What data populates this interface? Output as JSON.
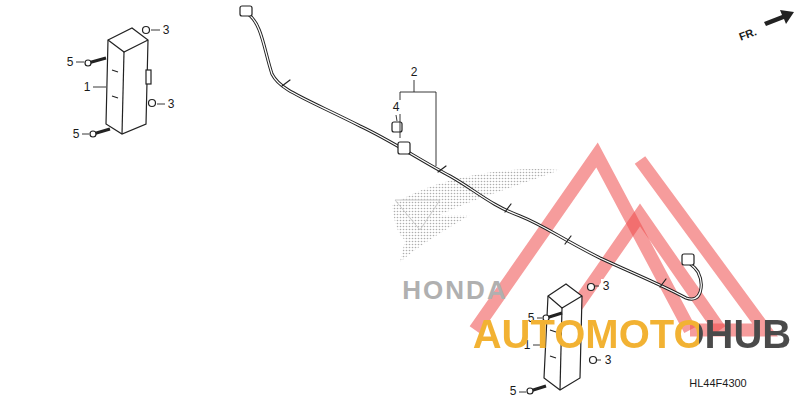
{
  "diagram": {
    "labels": [
      "3",
      "5",
      "1",
      "3",
      "5",
      "2",
      "4",
      "FR.",
      "HONDA",
      "3",
      "5",
      "1",
      "3",
      "5",
      "AUTOMOTOHUB",
      "HL44F4300"
    ]
  }
}
